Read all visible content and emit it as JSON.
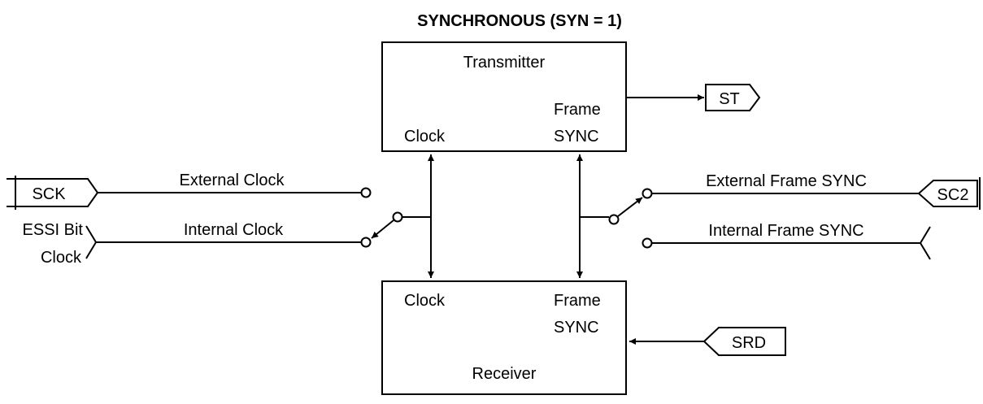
{
  "title": "SYNCHRONOUS (SYN = 1)",
  "transmitter": {
    "label": "Transmitter",
    "clock": "Clock",
    "frame1": "Frame",
    "frame2": "SYNC"
  },
  "receiver": {
    "label": "Receiver",
    "clock": "Clock",
    "frame1": "Frame",
    "frame2": "SYNC"
  },
  "pins": {
    "st": "ST",
    "sck": "SCK",
    "sc2": "SC2",
    "srd": "SRD"
  },
  "essi": {
    "line1": "ESSI Bit",
    "line2": "Clock"
  },
  "labels": {
    "external_clock": "External Clock",
    "internal_clock": "Internal Clock",
    "external_frame_sync": "External Frame SYNC",
    "internal_frame_sync": "Internal Frame SYNC"
  }
}
